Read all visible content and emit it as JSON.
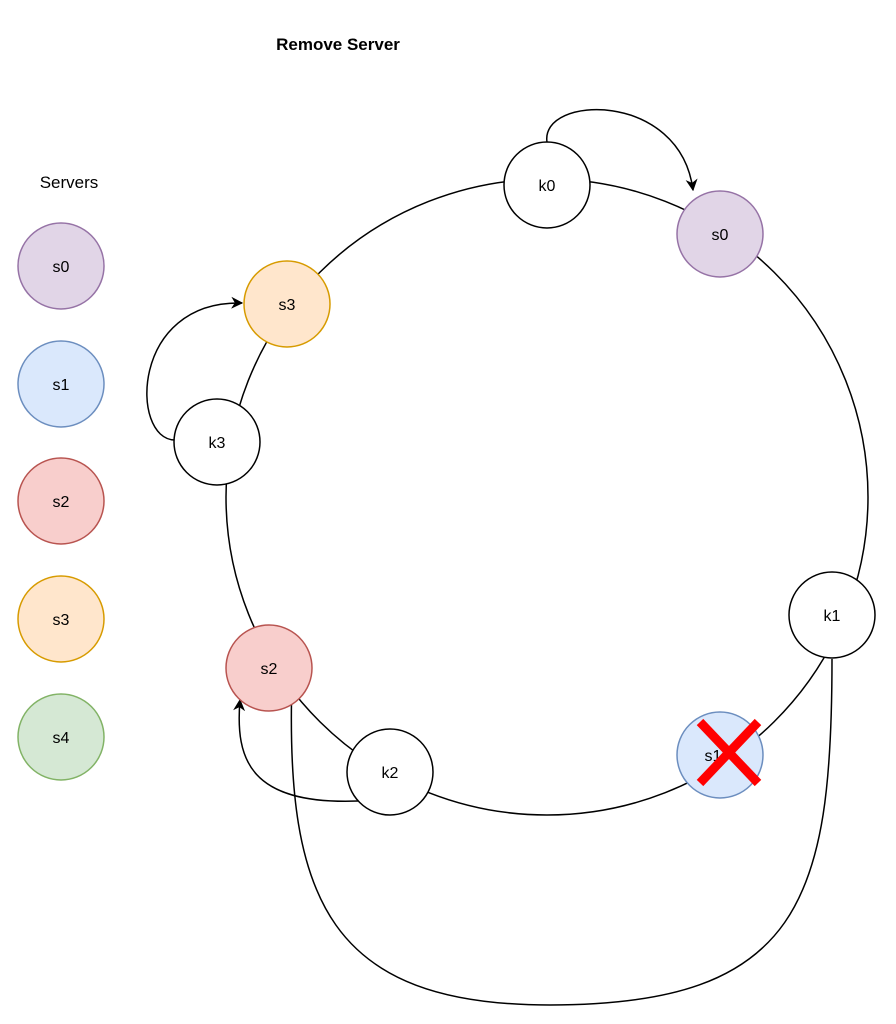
{
  "title": "Remove Server",
  "legend": {
    "heading": "Servers",
    "items": [
      {
        "label": "s0",
        "fill": "#e1d5e7",
        "stroke": "#9673a6"
      },
      {
        "label": "s1",
        "fill": "#dae8fc",
        "stroke": "#6c8ebf"
      },
      {
        "label": "s2",
        "fill": "#f8cecc",
        "stroke": "#b85450"
      },
      {
        "label": "s3",
        "fill": "#ffe6cc",
        "stroke": "#d79b00"
      },
      {
        "label": "s4",
        "fill": "#d5e8d4",
        "stroke": "#82b366"
      }
    ]
  },
  "ring": {
    "servers": {
      "s0": {
        "label": "s0",
        "fill": "#e1d5e7",
        "stroke": "#9673a6"
      },
      "s1": {
        "label": "s1",
        "fill": "#dae8fc",
        "stroke": "#6c8ebf",
        "removed": true
      },
      "s2": {
        "label": "s2",
        "fill": "#f8cecc",
        "stroke": "#b85450"
      },
      "s3": {
        "label": "s3",
        "fill": "#ffe6cc",
        "stroke": "#d79b00"
      }
    },
    "keys": {
      "k0": "k0",
      "k1": "k1",
      "k2": "k2",
      "k3": "k3"
    },
    "mappings": [
      {
        "from": "k0",
        "to": "s0"
      },
      {
        "from": "k1",
        "to": "s2"
      },
      {
        "from": "k2",
        "to": "s2"
      },
      {
        "from": "k3",
        "to": "s3"
      }
    ],
    "removed_mark_color": "#ff0000"
  }
}
